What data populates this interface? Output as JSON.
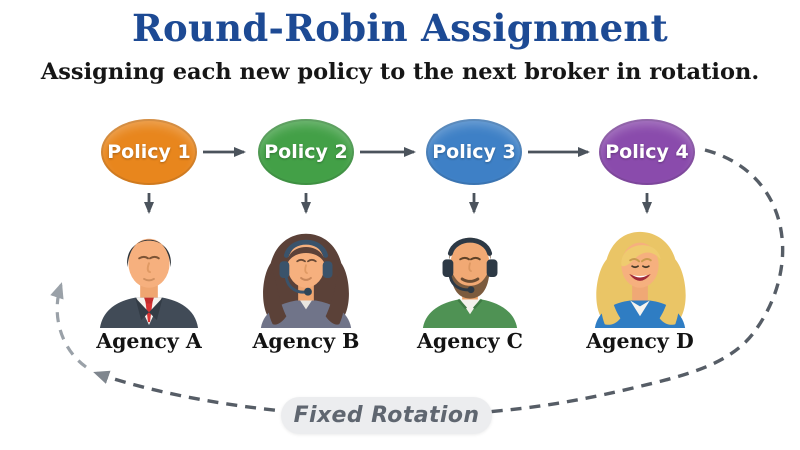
{
  "page": {
    "background": "#ffffff"
  },
  "header": {
    "title": "Round-Robin Assignment",
    "title_color": "#1d4a94",
    "subtitle": "Assigning each new policy to the next broker in rotation.",
    "subtitle_color": "#161616"
  },
  "policies": [
    {
      "label": "Policy 1",
      "color": "#E8861D"
    },
    {
      "label": "Policy 2",
      "color": "#43A047"
    },
    {
      "label": "Policy 3",
      "color": "#3E80C6"
    },
    {
      "label": "Policy 4",
      "color": "#8A4BAC"
    }
  ],
  "agencies": [
    {
      "label": "Agency A",
      "avatar_icon": "male-broker-suit-red-tie-avatar"
    },
    {
      "label": "Agency B",
      "avatar_icon": "female-broker-headset-avatar"
    },
    {
      "label": "Agency C",
      "avatar_icon": "male-broker-headset-beard-avatar"
    },
    {
      "label": "Agency D",
      "avatar_icon": "female-broker-blonde-avatar"
    }
  ],
  "rotation": {
    "label": "Fixed Rotation",
    "pill_bg": "#ECEDEF",
    "text_color": "#5F6670"
  },
  "connectors": {
    "solid_arrow_color": "#4B535C",
    "dashed_loop_color": "#565D66",
    "dashed_return_color": "#9AA1A8",
    "icons": [
      "right-arrow-icon",
      "down-arrow-icon",
      "dashed-rotation-loop-arrow-icon",
      "dashed-return-arrow-icon"
    ]
  }
}
